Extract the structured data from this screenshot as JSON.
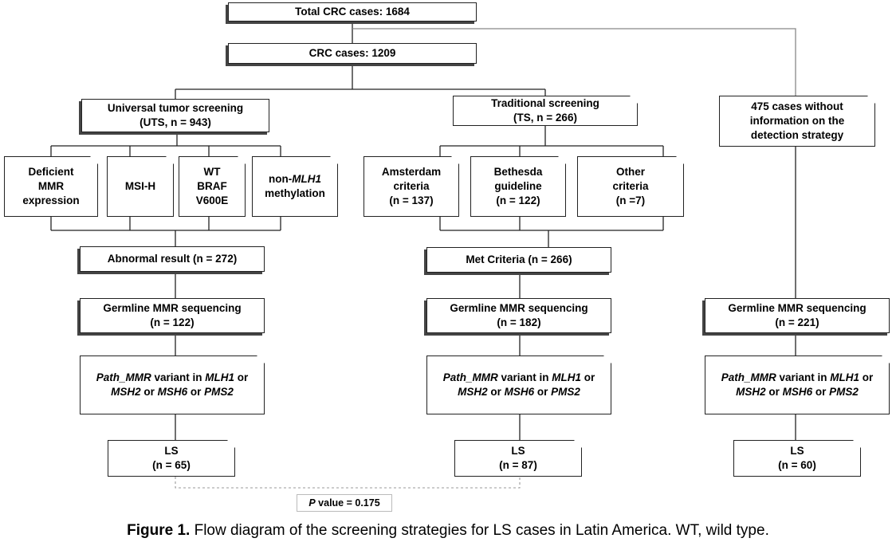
{
  "nodes": {
    "total": [
      "Total CRC cases: 1684"
    ],
    "crc": [
      "CRC cases: 1209"
    ],
    "uts": [
      "Universal tumor screening",
      "(UTS, n = 943)"
    ],
    "ts": [
      "Traditional screening",
      "(TS, n = 266)"
    ],
    "noinfo": [
      "475 cases without",
      "information on the",
      "detection strategy"
    ],
    "dmmr": [
      "Deficient",
      "MMR",
      "expression"
    ],
    "msih": [
      "MSI-H"
    ],
    "braf": [
      "WT",
      "BRAF",
      "V600E"
    ],
    "mlh1meth": [
      "non-MLH1",
      "methylation"
    ],
    "amsterdam": [
      "Amsterdam",
      "criteria",
      "(n = 137)"
    ],
    "bethesda": [
      "Bethesda",
      "guideline",
      "(n = 122)"
    ],
    "other": [
      "Other",
      "criteria",
      "(n =7)"
    ],
    "abnormal": [
      "Abnormal result (n = 272)"
    ],
    "met": [
      "Met Criteria (n = 266)"
    ],
    "germ_uts": [
      "Germline MMR sequencing",
      "(n = 122)"
    ],
    "germ_ts": [
      "Germline MMR sequencing",
      "(n = 182)"
    ],
    "germ_no": [
      "Germline MMR sequencing",
      "(n = 221)"
    ],
    "path_uts": [
      "Path_MMR variant in MLH1 or",
      "MSH2 or MSH6 or PMS2"
    ],
    "path_ts": [
      "Path_MMR variant in MLH1 or",
      "MSH2 or MSH6 or PMS2"
    ],
    "path_no": [
      "Path_MMR variant in MLH1 or",
      "MSH2 or MSH6 or PMS2"
    ],
    "ls_uts": [
      "LS",
      "(n = 65)"
    ],
    "ls_ts": [
      "LS",
      "(n = 87)"
    ],
    "ls_no": [
      "LS",
      "(n = 60)"
    ]
  },
  "pvalue": {
    "label": "P",
    "text": " value = 0.175"
  },
  "caption": {
    "label": "Figure 1.",
    "text": " Flow diagram of the screening strategies for LS cases in Latin America. WT, wild type."
  }
}
